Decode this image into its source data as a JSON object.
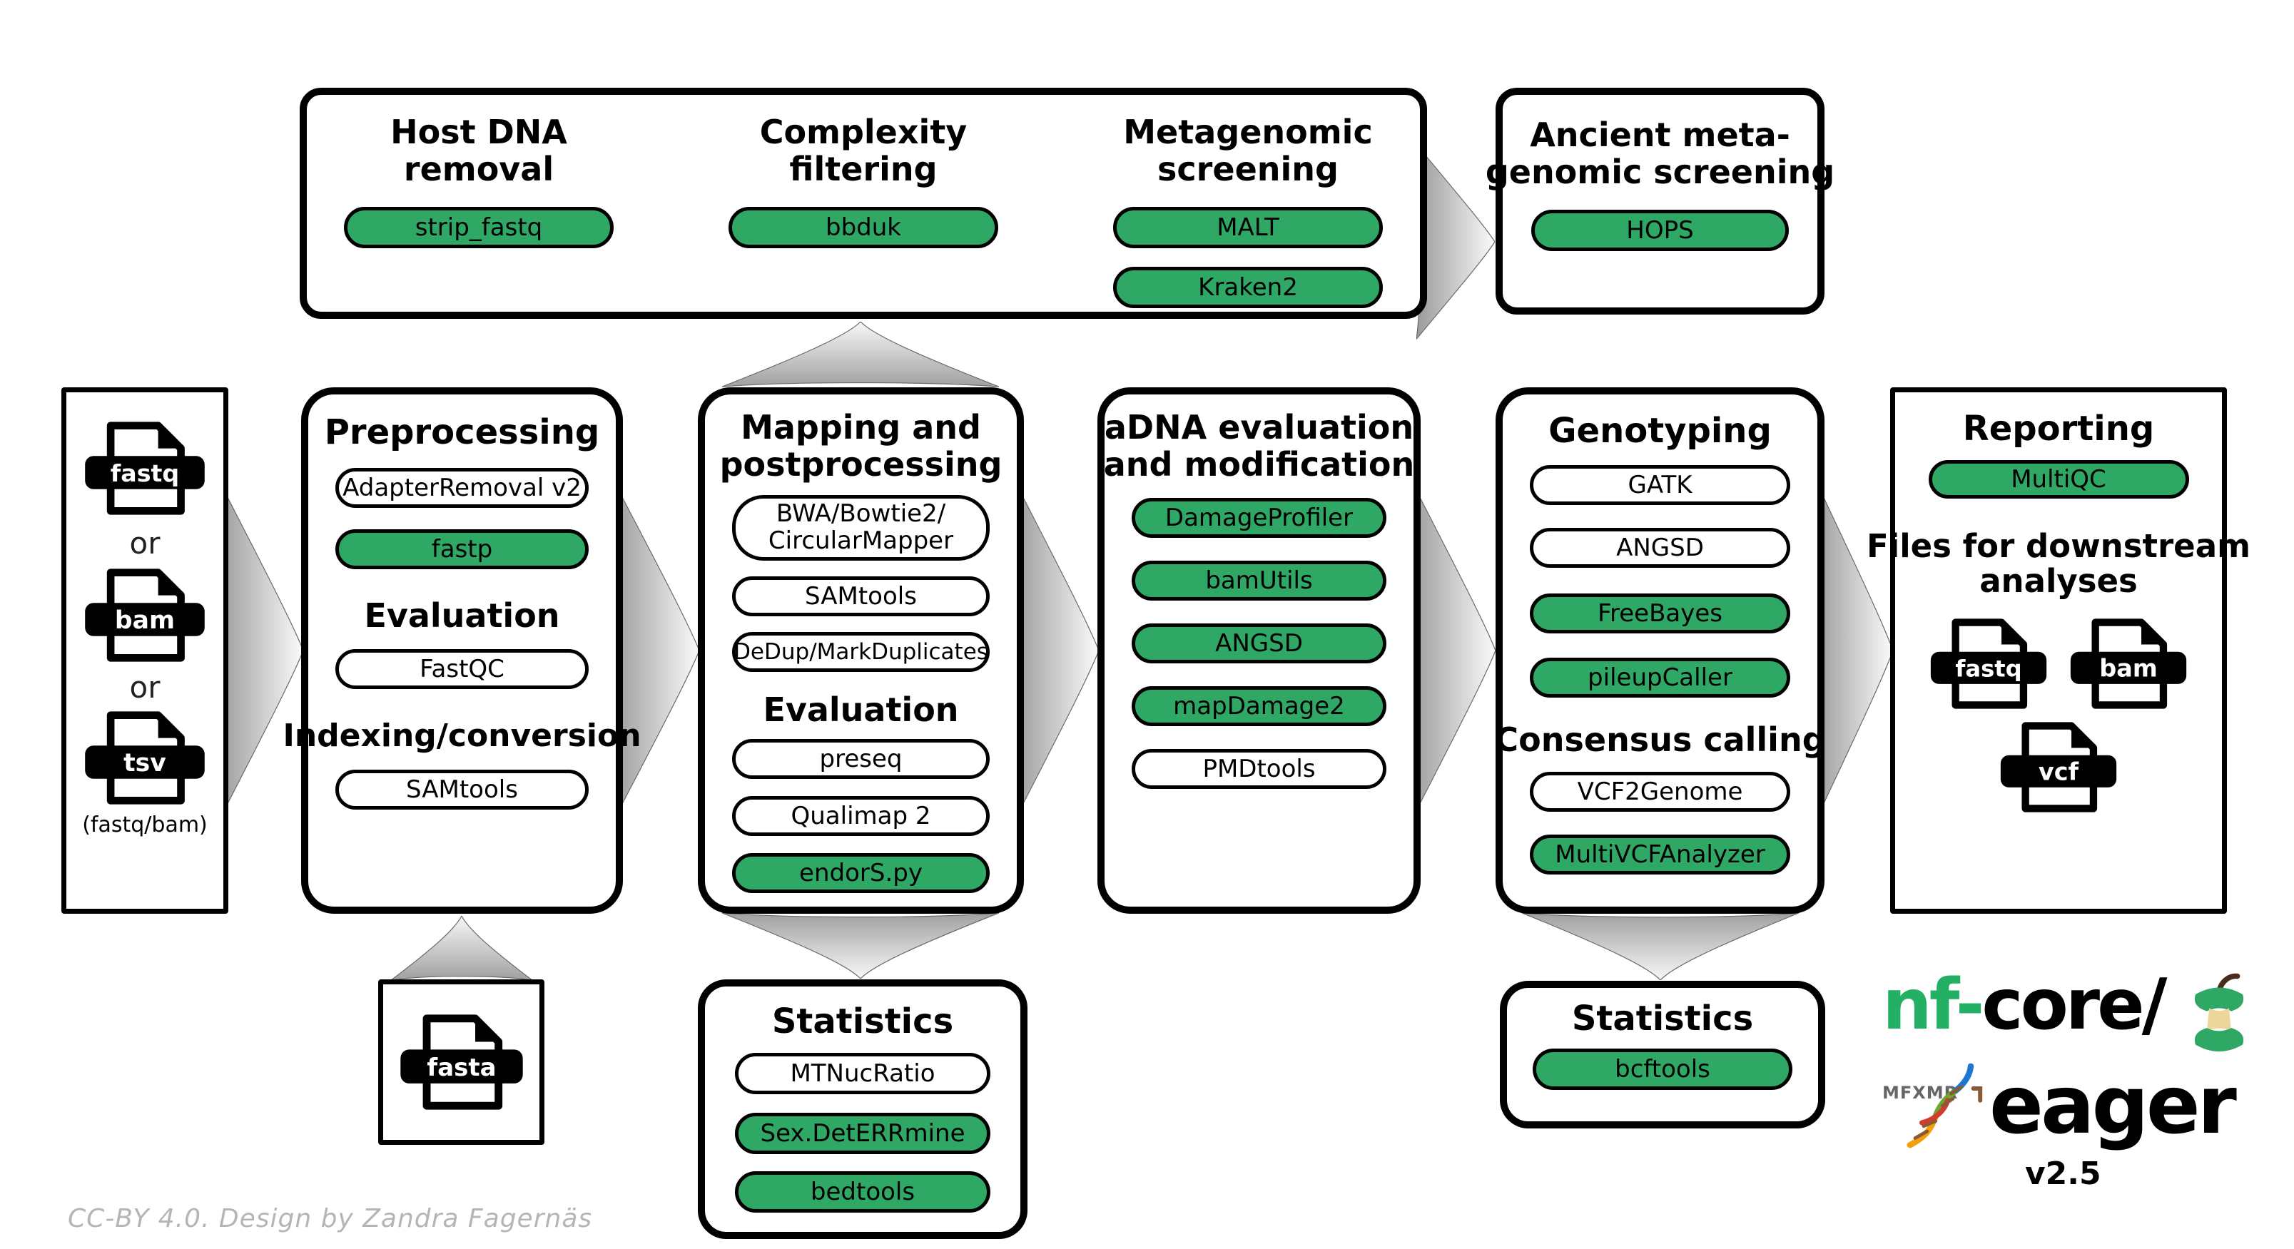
{
  "colors": {
    "green": "#2fa865",
    "brand_green": "#24b064",
    "arrow_gray": "#a3a3a3"
  },
  "input_box": {
    "files": [
      {
        "label": "fastq"
      },
      {
        "label": "bam"
      },
      {
        "label": "tsv"
      }
    ],
    "or_label": "or",
    "caption": "(fastq/bam)"
  },
  "top_box": {
    "columns": [
      {
        "title1": "Host DNA",
        "title2": "removal",
        "tools": [
          {
            "label": "strip_fastq",
            "color": "green"
          }
        ]
      },
      {
        "title1": "Complexity",
        "title2": "filtering",
        "tools": [
          {
            "label": "bbduk",
            "color": "green"
          }
        ]
      },
      {
        "title1": "Metagenomic",
        "title2": "screening",
        "tools": [
          {
            "label": "MALT",
            "color": "green"
          },
          {
            "label": "Kraken2",
            "color": "green"
          }
        ]
      }
    ]
  },
  "ancient_box": {
    "title1": "Ancient meta-",
    "title2": "genomic screening",
    "tools": [
      {
        "label": "HOPS",
        "color": "green"
      }
    ]
  },
  "preprocessing_box": {
    "title": "Preprocessing",
    "tools_main": [
      {
        "label": "AdapterRemoval v2",
        "color": "white"
      },
      {
        "label": "fastp",
        "color": "green"
      }
    ],
    "subtitle_evaluation": "Evaluation",
    "tools_evaluation": [
      {
        "label": "FastQC",
        "color": "white"
      }
    ],
    "subtitle_indexing": "Indexing/conversion",
    "tools_indexing": [
      {
        "label": "SAMtools",
        "color": "white"
      }
    ]
  },
  "mapping_box": {
    "title1": "Mapping and",
    "title2": "postprocessing",
    "tools_main": [
      {
        "label1": "BWA/Bowtie2/",
        "label2": "CircularMapper",
        "color": "white"
      },
      {
        "label": "SAMtools",
        "color": "white"
      },
      {
        "label": "DeDup/MarkDuplicates",
        "color": "white"
      }
    ],
    "subtitle_evaluation": "Evaluation",
    "tools_evaluation": [
      {
        "label": "preseq",
        "color": "white"
      },
      {
        "label": "Qualimap 2",
        "color": "white"
      },
      {
        "label": "endorS.py",
        "color": "green"
      }
    ]
  },
  "adna_box": {
    "title1": "aDNA evaluation",
    "title2": "and modification",
    "tools": [
      {
        "label": "DamageProfiler",
        "color": "green"
      },
      {
        "label": "bamUtils",
        "color": "green"
      },
      {
        "label": "ANGSD",
        "color": "green"
      },
      {
        "label": "mapDamage2",
        "color": "green"
      },
      {
        "label": "PMDtools",
        "color": "white"
      }
    ]
  },
  "genotyping_box": {
    "title": "Genotyping",
    "tools_main": [
      {
        "label": "GATK",
        "color": "white"
      },
      {
        "label": "ANGSD",
        "color": "white"
      },
      {
        "label": "FreeBayes",
        "color": "green"
      },
      {
        "label": "pileupCaller",
        "color": "green"
      }
    ],
    "subtitle_consensus": "Consensus calling",
    "tools_consensus": [
      {
        "label": "VCF2Genome",
        "color": "white"
      },
      {
        "label": "MultiVCFAnalyzer",
        "color": "green"
      }
    ]
  },
  "reporting_box": {
    "title": "Reporting",
    "tools": [
      {
        "label": "MultiQC",
        "color": "green"
      }
    ],
    "subtitle1": "Files for downstream",
    "subtitle2": "analyses",
    "files": [
      {
        "label": "fastq"
      },
      {
        "label": "bam"
      },
      {
        "label": "vcf"
      }
    ]
  },
  "fasta_box": {
    "file_label": "fasta"
  },
  "stats_mapping_box": {
    "title": "Statistics",
    "tools": [
      {
        "label": "MTNucRatio",
        "color": "white"
      },
      {
        "label": "Sex.DetERRmine",
        "color": "green"
      },
      {
        "label": "bedtools",
        "color": "green"
      }
    ]
  },
  "stats_genotyping_box": {
    "title": "Statistics",
    "tools": [
      {
        "label": "bcftools",
        "color": "green"
      }
    ]
  },
  "logo": {
    "nf": "nf",
    "dash": "-",
    "core": "core/",
    "name": "eager",
    "version": "v2.5",
    "runes": "MFXMR"
  },
  "credit": "CC-BY 4.0. Design by Zandra Fagernäs"
}
